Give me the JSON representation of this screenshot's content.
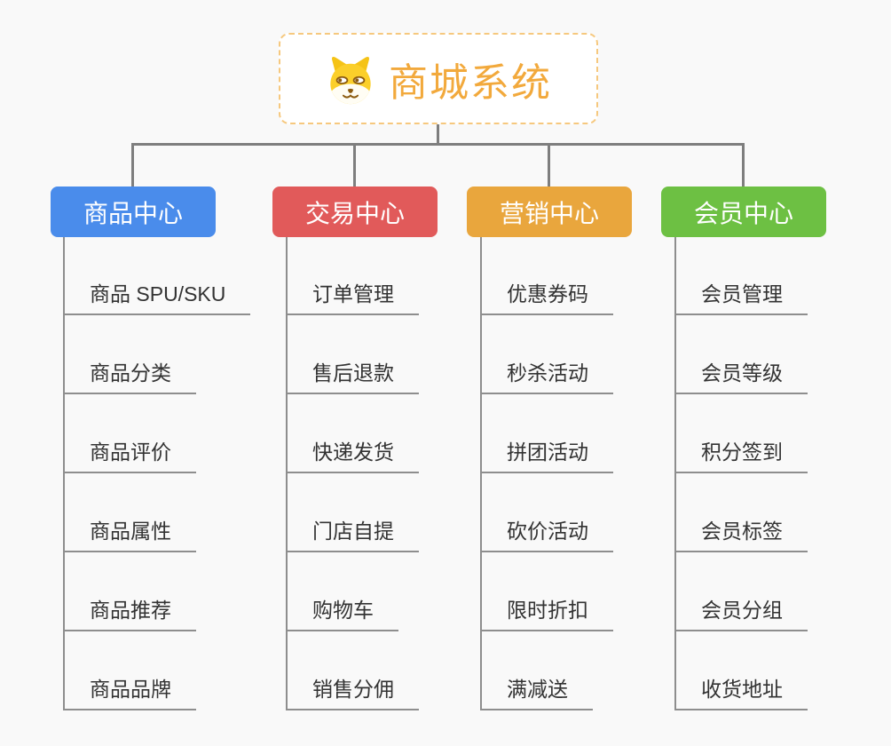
{
  "canvas": {
    "background": "#F9F9F9"
  },
  "root": {
    "title": "商城系统",
    "icon": "dog-face-icon",
    "title_color": "#F2A93C",
    "border_color": "#F6C87E"
  },
  "connectors": {
    "tree_line_color": "#7E7E7E",
    "item_line_color": "#8E8E8E"
  },
  "item_text_color": "#333333",
  "branches": [
    {
      "label": "商品中心",
      "color": "#4A8CEB",
      "items": [
        "商品 SPU/SKU",
        "商品分类",
        "商品评价",
        "商品属性",
        "商品推荐",
        "商品品牌"
      ]
    },
    {
      "label": "交易中心",
      "color": "#E15A5A",
      "items": [
        "订单管理",
        "售后退款",
        "快递发货",
        "门店自提",
        "购物车",
        "销售分佣"
      ]
    },
    {
      "label": "营销中心",
      "color": "#E9A63D",
      "items": [
        "优惠券码",
        "秒杀活动",
        "拼团活动",
        "砍价活动",
        "限时折扣",
        "满减送"
      ]
    },
    {
      "label": "会员中心",
      "color": "#6DC043",
      "items": [
        "会员管理",
        "会员等级",
        "积分签到",
        "会员标签",
        "会员分组",
        "收货地址"
      ]
    }
  ]
}
